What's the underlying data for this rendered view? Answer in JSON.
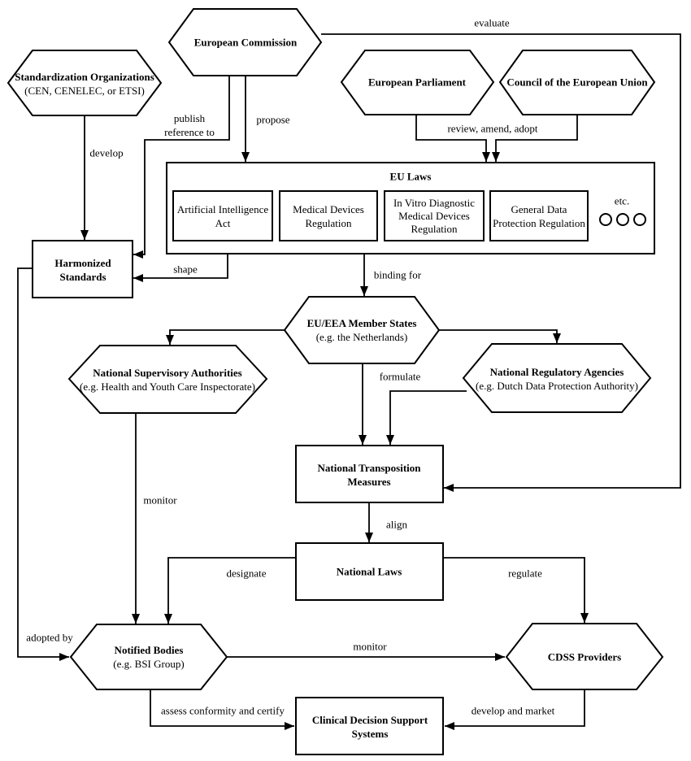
{
  "nodes": {
    "european_commission": {
      "title": "European Commission"
    },
    "standardization_organizations": {
      "title": "Standardization Organizations",
      "subtitle": "(CEN, CENELEC, or ETSI)"
    },
    "european_parliament": {
      "title": "European Parliament"
    },
    "council_of_the_european_union": {
      "title": "Council of the European Union"
    },
    "eu_laws": {
      "title": "EU Laws",
      "etc_label": "etc.",
      "items": [
        {
          "lines": [
            "Artificial Intelligence",
            "Act"
          ]
        },
        {
          "lines": [
            "Medical Devices",
            "Regulation"
          ]
        },
        {
          "lines": [
            "In Vitro Diagnostic",
            "Medical Devices",
            "Regulation"
          ]
        },
        {
          "lines": [
            "General Data",
            "Protection Regulation"
          ]
        }
      ]
    },
    "harmonized_standards": {
      "lines": [
        "Harmonized",
        "Standards"
      ]
    },
    "eu_eea_member_states": {
      "title": "EU/EEA Member States",
      "subtitle": "(e.g. the Netherlands)"
    },
    "national_supervisory_authorities": {
      "title": "National Supervisory Authorities",
      "subtitle": "(e.g. Health and Youth Care Inspectorate)"
    },
    "national_regulatory_agencies": {
      "title": "National Regulatory Agencies",
      "subtitle": "(e.g. Dutch Data Protection Authority)"
    },
    "national_transposition_measures": {
      "lines": [
        "National Transposition",
        "Measures"
      ]
    },
    "national_laws": {
      "title": "National Laws"
    },
    "notified_bodies": {
      "title": "Notified Bodies",
      "subtitle": "(e.g. BSI Group)"
    },
    "cdss_providers": {
      "title": "CDSS Providers"
    },
    "clinical_decision_support_systems": {
      "lines": [
        "Clinical Decision Support",
        "Systems"
      ]
    }
  },
  "edge_labels": {
    "evaluate": "evaluate",
    "publish_reference_to": {
      "lines": [
        "publish",
        "reference to"
      ]
    },
    "propose": "propose",
    "review_amend_adopt": "review, amend, adopt",
    "develop": "develop",
    "shape": "shape",
    "binding_for": "binding for",
    "formulate": "formulate",
    "monitor_supervision": "monitor",
    "align": "align",
    "designate": "designate",
    "regulate": "regulate",
    "adopted_by": "adopted by",
    "monitor_market": "monitor",
    "assess_conformity_and_certify": "assess conformity and certify",
    "develop_and_market": "develop and market"
  },
  "colors": {
    "stroke": "#000000",
    "background": "#ffffff",
    "text": "#000000"
  }
}
